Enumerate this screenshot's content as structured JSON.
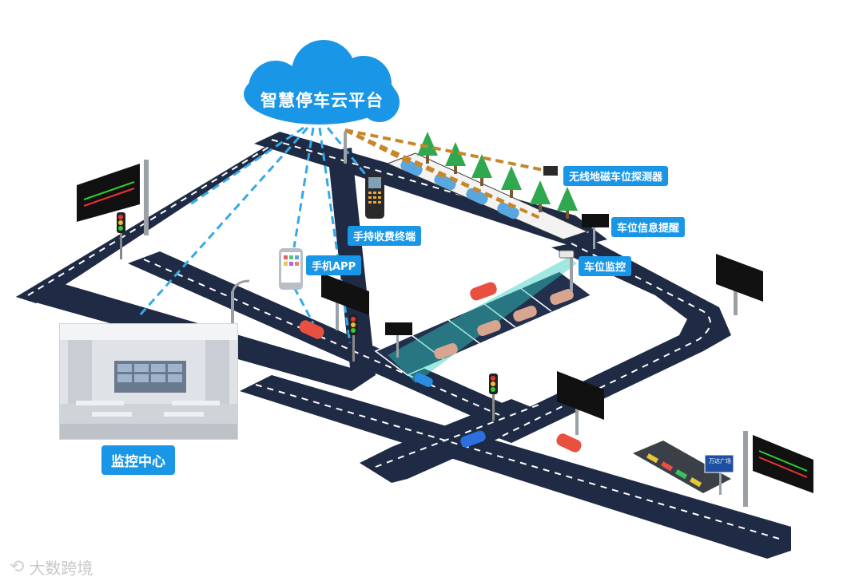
{
  "cloud": {
    "title": "智慧停车云平台"
  },
  "labels": {
    "sensor": "无线地磁车位探测器",
    "info_sign": "车位信息提醒",
    "handheld": "手持收费终端",
    "mobile_app": "手机APP",
    "camera": "车位监控",
    "monitoring_center": "监控中心"
  },
  "parking_lot_sign": "万达广场",
  "watermark": "大数跨境",
  "colors": {
    "road": "#1f2a44",
    "lane_marking": "#ffffff",
    "cloud": "#1a96e6",
    "label_bg": "#1a96e6",
    "link_blue": "#35a9e8",
    "link_orange": "#c8862a",
    "tree": "#2fa84f",
    "car_red": "#e8503f",
    "car_blue": "#2b8de0"
  },
  "icons": [
    "cloud-icon",
    "traffic-light-icon",
    "led-sign-icon",
    "camera-icon",
    "tree-icon",
    "car-icon",
    "handheld-terminal-icon",
    "smartphone-icon",
    "magnetic-sensor-icon"
  ]
}
